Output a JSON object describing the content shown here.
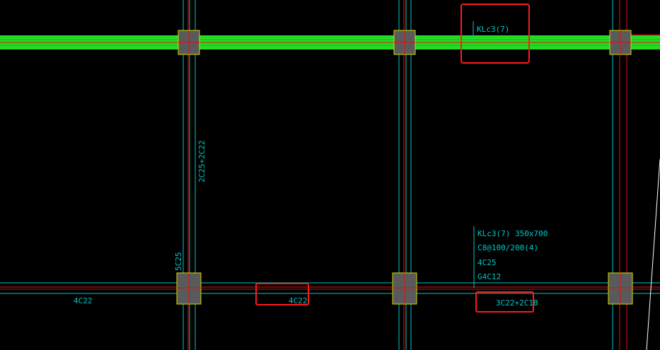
{
  "drawing": {
    "background": "#000000",
    "colors": {
      "cyan": "#00c8c8",
      "red": "#e01010",
      "green_beam": "#22dd22",
      "column_fill": "#5a5a5a",
      "column_edge": "#d8d800",
      "highlight_box": "#ff1a1a",
      "white_line": "#ffffff"
    },
    "labels": {
      "top_beam_tag": "KLc3(7)",
      "vertical_rebar": "2C25+2C22",
      "column_rebar": "5C25",
      "bottom_left_rebar": "4C22",
      "bottom_mid_rebar": "4C22",
      "bottom_right_rebar": "3C22+2C18",
      "beam_spec": {
        "line1": "KLc3(7) 350x700",
        "line2": "C8@100/200(4)",
        "line3": "4C25",
        "line4": "G4C12"
      }
    }
  }
}
